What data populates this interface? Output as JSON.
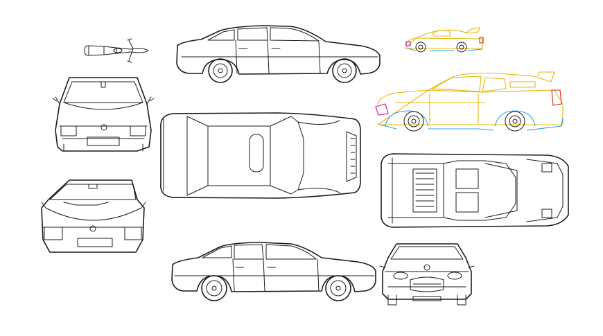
{
  "drawing": {
    "background": "#ffffff",
    "line_color": "#1a1a1a",
    "accent_colors": {
      "yellow": "#e8b400",
      "blue": "#2d9bf0",
      "magenta": "#e000a0",
      "red": "#e02020"
    }
  },
  "symbols": [
    {
      "id": "motorcycle-top-view"
    },
    {
      "id": "sedan-side-view-top"
    },
    {
      "id": "sports-car-side-view-small-colored"
    },
    {
      "id": "hatchback-front-view"
    },
    {
      "id": "sedan-top-view"
    },
    {
      "id": "sports-car-side-view-large-colored"
    },
    {
      "id": "hatchback-rear-view"
    },
    {
      "id": "sports-car-top-view"
    },
    {
      "id": "sedan-side-view-bottom"
    },
    {
      "id": "sports-car-front-view"
    }
  ]
}
